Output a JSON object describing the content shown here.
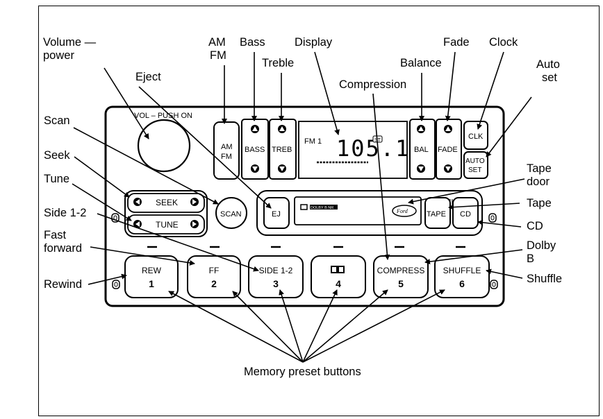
{
  "callouts": {
    "volume_line1": "Volume —",
    "volume_line2": "power",
    "am_fm_line1": "AM",
    "am_fm_line2": "FM",
    "bass": "Bass",
    "display": "Display",
    "fade": "Fade",
    "clock": "Clock",
    "treble": "Treble",
    "balance": "Balance",
    "auto_set_line1": "Auto",
    "auto_set_line2": "set",
    "eject": "Eject",
    "compression": "Compression",
    "scan": "Scan",
    "seek": "Seek",
    "tune": "Tune",
    "tape_door_line1": "Tape",
    "tape_door_line2": "door",
    "tape": "Tape",
    "side12": "Side 1-2",
    "cd": "CD",
    "fast_forward_line1": "Fast",
    "fast_forward_line2": "forward",
    "dolby_line1": "Dolby",
    "dolby_line2": "B",
    "rewind": "Rewind",
    "shuffle": "Shuffle",
    "memory_presets": "Memory preset buttons"
  },
  "panel": {
    "vol_push_on": "VOL – PUSH ON",
    "am": "AM",
    "fm": "FM",
    "bass": "BASS",
    "treb": "TREB",
    "bal": "BAL",
    "fade": "FADE",
    "clk": "CLK",
    "auto": "AUTO",
    "set": "SET",
    "display_band": "FM 1",
    "display_freq": "105.1",
    "display_st": "ST",
    "seek": "SEEK",
    "tune": "TUNE",
    "scan": "SCAN",
    "ej": "EJ",
    "tape_indicator": "DOLBY B NR",
    "ford_logo": "Ford",
    "tape": "TAPE",
    "cd": "CD"
  },
  "presets": [
    {
      "label": "REW",
      "number": "1"
    },
    {
      "label": "FF",
      "number": "2"
    },
    {
      "label": "SIDE 1-2",
      "number": "3"
    },
    {
      "label": "ꟷꟷ",
      "number": "4"
    },
    {
      "label": "COMPRESS",
      "number": "5"
    },
    {
      "label": "SHUFFLE",
      "number": "6"
    }
  ]
}
